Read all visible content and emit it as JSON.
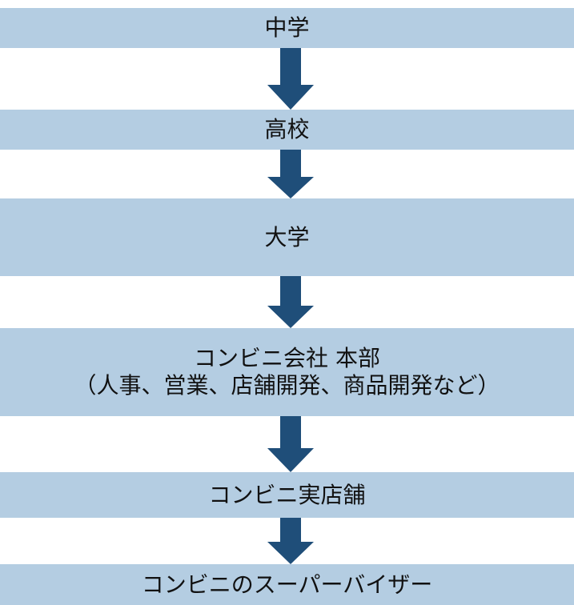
{
  "colors": {
    "stage_fill": "#b4cde2",
    "arrow_fill": "#1f4e79",
    "text": "#111111"
  },
  "stages": [
    {
      "label": "中学"
    },
    {
      "label": "高校"
    },
    {
      "label": "大学"
    },
    {
      "label": "コンビニ会社 本部",
      "sub": "（人事、営業、店舗開発、商品開発など）"
    },
    {
      "label": "コンビニ実店舗"
    },
    {
      "label": "コンビニのスーパーバイザー"
    }
  ],
  "connectors": [
    {
      "from": "中学",
      "to": "高校",
      "icon": "arrow-down-icon"
    },
    {
      "from": "高校",
      "to": "大学",
      "icon": "arrow-down-icon"
    },
    {
      "from": "大学",
      "to": "コンビニ会社 本部",
      "icon": "arrow-down-icon"
    },
    {
      "from": "コンビニ会社 本部",
      "to": "コンビニ実店舗",
      "icon": "arrow-down-icon"
    },
    {
      "from": "コンビニ実店舗",
      "to": "コンビニのスーパーバイザー",
      "icon": "arrow-down-icon"
    }
  ]
}
